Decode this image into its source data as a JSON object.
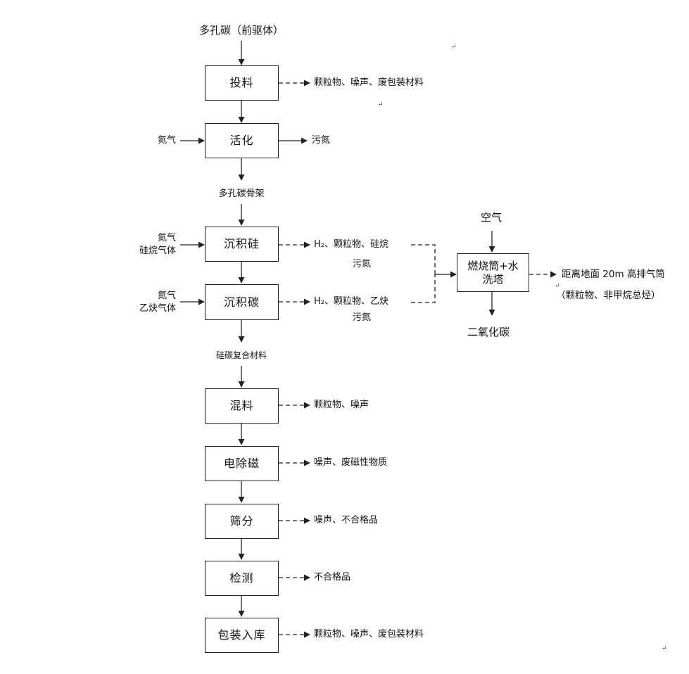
{
  "flow": {
    "input_label": "多孔碳（前驱体）",
    "skeleton_label": "多孔碳骨架",
    "composite_label": "硅碳复合材料",
    "steps": {
      "feeding": "投料",
      "activation": "活化",
      "deposit_si": "沉积硅",
      "deposit_c": "沉积碳",
      "mixing": "混料",
      "demagnetize": "电除磁",
      "screening": "筛分",
      "testing": "检测",
      "packing": "包装入库"
    },
    "inputs": {
      "activation_gas": "氮气",
      "deposit_si_line1": "氮气",
      "deposit_si_line2": "硅烷气体",
      "deposit_c_line1": "氮气",
      "deposit_c_line2": "乙炔气体"
    },
    "outputs": {
      "feeding": "颗粒物、噪声、废包装材料",
      "activation": "污氮",
      "deposit_si_line1": "H₂、颗粒物、硅烷",
      "deposit_si_line2": "污氮",
      "deposit_c_line1": "H₂、颗粒物、乙炔",
      "deposit_c_line2": "污氮",
      "mixing": "颗粒物、噪声",
      "demagnetize": "噪声、废磁性物质",
      "screening": "噪声、不合格品",
      "testing": "不合格品",
      "packing": "颗粒物、噪声、废包装材料"
    },
    "treatment": {
      "air_input": "空气",
      "box_line1": "燃烧筒+水",
      "box_line2": "洗塔",
      "exhaust_line1": "距离地面 20m 高排气筒",
      "exhaust_line2": "（颗粒物、非甲烷总烃）",
      "byproduct": "二氧化碳"
    }
  },
  "colors": {
    "line": "#222222",
    "text": "#111111",
    "background": "#ffffff"
  }
}
